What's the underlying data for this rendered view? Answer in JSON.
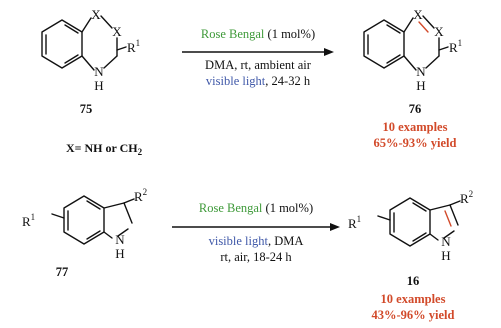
{
  "top_reaction": {
    "reactant": {
      "compound_number": "75",
      "atom_labels": {
        "x1": "X",
        "x2": "X",
        "n": "N",
        "h": "H",
        "r": "R",
        "r_sup": "1"
      },
      "definition": "X= NH or CH",
      "definition_sub": "2"
    },
    "conditions": {
      "catalyst": "Rose Bengal",
      "catalyst_loading": " (1 mol%)",
      "line2": "DMA, rt, ambient air",
      "light": "visible light",
      "time": ", 24-32 h"
    },
    "product": {
      "compound_number": "76",
      "atom_labels": {
        "x1": "X",
        "x2": "X",
        "n": "N",
        "h": "H",
        "r": "R",
        "r_sup": "1"
      },
      "examples": "10 examples",
      "yield": "65%-93% yield"
    }
  },
  "bottom_reaction": {
    "reactant": {
      "compound_number": "77",
      "atom_labels": {
        "r1": "R",
        "r1_sup": "1",
        "r2": "R",
        "r2_sup": "2",
        "n": "N",
        "h": "H"
      }
    },
    "conditions": {
      "catalyst": "Rose Bengal",
      "catalyst_loading": " (1 mol%)",
      "light": "visible light",
      "line2_rest": ", DMA",
      "line3": "rt, air, 18-24 h"
    },
    "product": {
      "compound_number": "16",
      "atom_labels": {
        "r1": "R",
        "r1_sup": "1",
        "r2": "R",
        "r2_sup": "2",
        "n": "N",
        "h": "H"
      },
      "examples": "10 examples",
      "yield": "43%-96% yield"
    }
  },
  "colors": {
    "catalyst": "#3f9a3a",
    "light": "#3f58a8",
    "highlight": "#d24a2a",
    "ink": "#111111"
  }
}
